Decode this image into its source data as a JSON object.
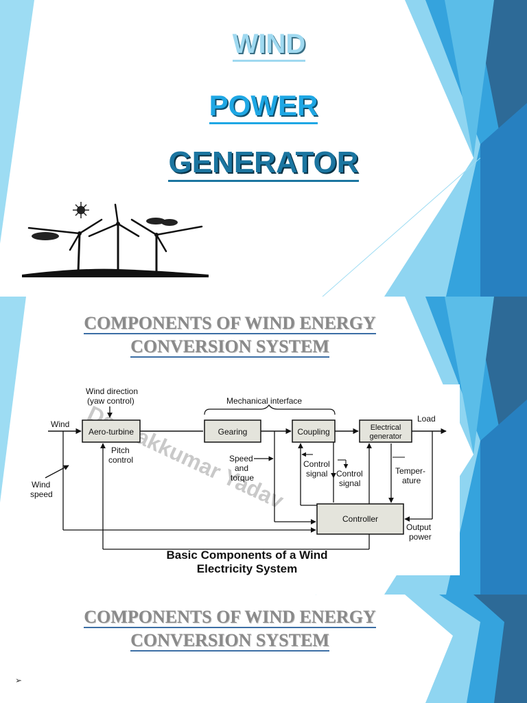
{
  "slide1": {
    "title_line1": "WIND",
    "title_line2": "POWER",
    "title_line3": "GENERATOR"
  },
  "slide2": {
    "heading_line1": "COMPONENTS OF WIND ENERGY",
    "heading_line2": "CONVERSION SYSTEM",
    "diagram": {
      "wind_direction": "Wind direction",
      "yaw_control": "(yaw control)",
      "mechanical_interface": "Mechanical interface",
      "load": "Load",
      "wind": "Wind",
      "aero_turbine": "Aero-turbine",
      "gearing": "Gearing",
      "coupling": "Coupling",
      "electrical": "Electrical",
      "generator": "generator",
      "pitch": "Pitch",
      "control": "control",
      "wind_speed_1": "Wind",
      "wind_speed_2": "speed",
      "speed": "Speed",
      "and": "and",
      "torque": "torque",
      "control_signal_1a": "Control",
      "control_signal_1b": "signal",
      "control_signal_2a": "Control",
      "control_signal_2b": "signal",
      "temper": "Temper-",
      "ature": "ature",
      "controller": "Controller",
      "output": "Output",
      "power": "power",
      "caption_line1": "Basic Components of a Wind",
      "caption_line2": "Electricity System",
      "watermark": "Deepakkumar Yadav"
    }
  },
  "slide3": {
    "heading_line1": "COMPONENTS OF WIND ENERGY",
    "heading_line2": "CONVERSION SYSTEM",
    "bullet": "➢"
  },
  "colors": {
    "light_blue": "#9fd9f0",
    "bright_blue": "#1ea7e4",
    "dark_blue": "#1b75a0",
    "deep_blue": "#2d6a97",
    "heading_grey": "#8a8a8a"
  }
}
